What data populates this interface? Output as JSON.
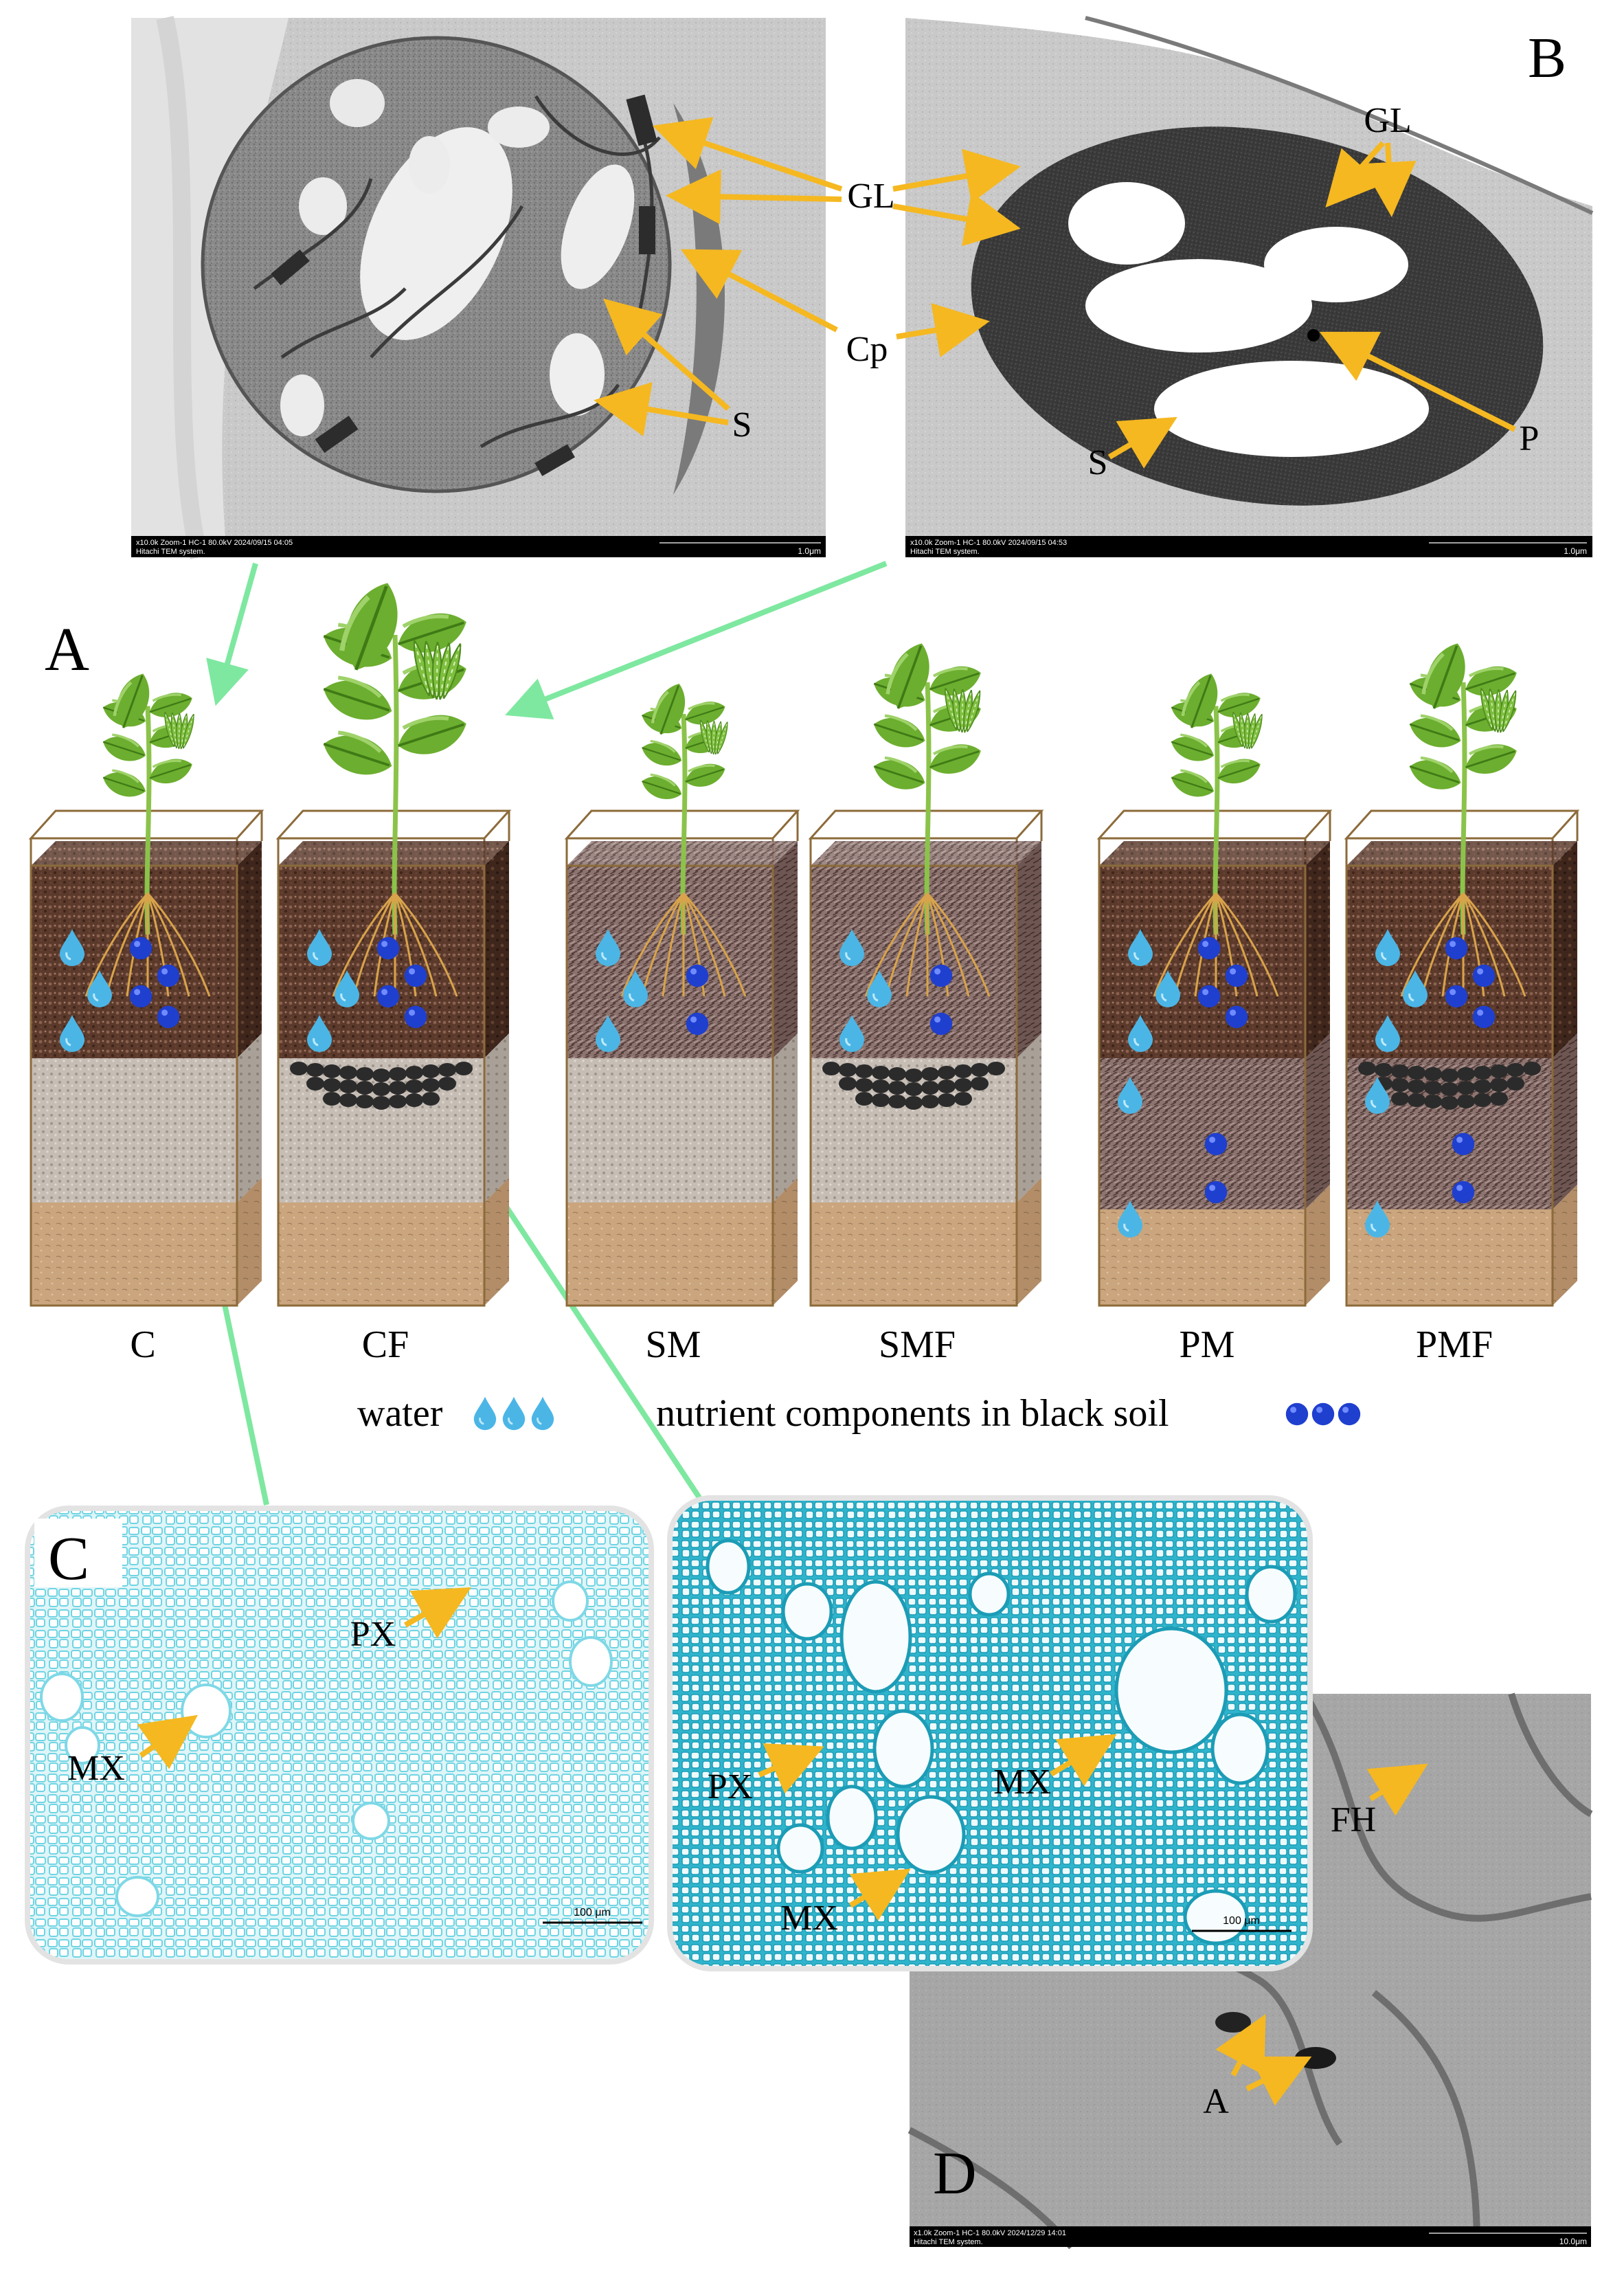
{
  "panels": {
    "A": {
      "label": "A",
      "treatments": [
        "C",
        "CF",
        "SM",
        "SMF",
        "PM",
        "PMF"
      ],
      "legend": {
        "water": "water",
        "nutrients": "nutrient components in black soil"
      }
    },
    "tem_A": {
      "labels": {
        "gl": "GL",
        "cp": "Cp",
        "s": "S"
      },
      "footer_left": "x10.0k Zoom-1 HC-1 80.0kV 2024/09/15 04:05",
      "footer_left2": "Hitachi TEM system.",
      "scale": "1.0μm"
    },
    "B": {
      "label": "B",
      "labels": {
        "gl": "GL",
        "s": "S",
        "p": "P"
      },
      "footer_left": "x10.0k Zoom-1 HC-1 80.0kV 2024/09/15 04:53",
      "footer_left2": "Hitachi TEM system.",
      "scale": "1.0μm"
    },
    "C": {
      "label": "C",
      "left": {
        "px": "PX",
        "mx": "MX",
        "scale": "100 μm"
      },
      "right": {
        "px": "PX",
        "mx_top": "MX",
        "mx_bottom": "MX",
        "scale": "100 μm"
      }
    },
    "D": {
      "label": "D",
      "labels": {
        "fh": "FH",
        "a": "A"
      },
      "footer_left": "x1.0k Zoom-1 HC-1 80.0kV 2024/12/29 14:01",
      "footer_left2": "Hitachi TEM system.",
      "scale": "10.0μm"
    }
  },
  "colors": {
    "arrow_orange": "#f5b820",
    "connector_green": "#7ee8a0",
    "water": "#4bb6e6",
    "nutrient": "#1f3fcf",
    "stain": "#3ec4d8"
  }
}
